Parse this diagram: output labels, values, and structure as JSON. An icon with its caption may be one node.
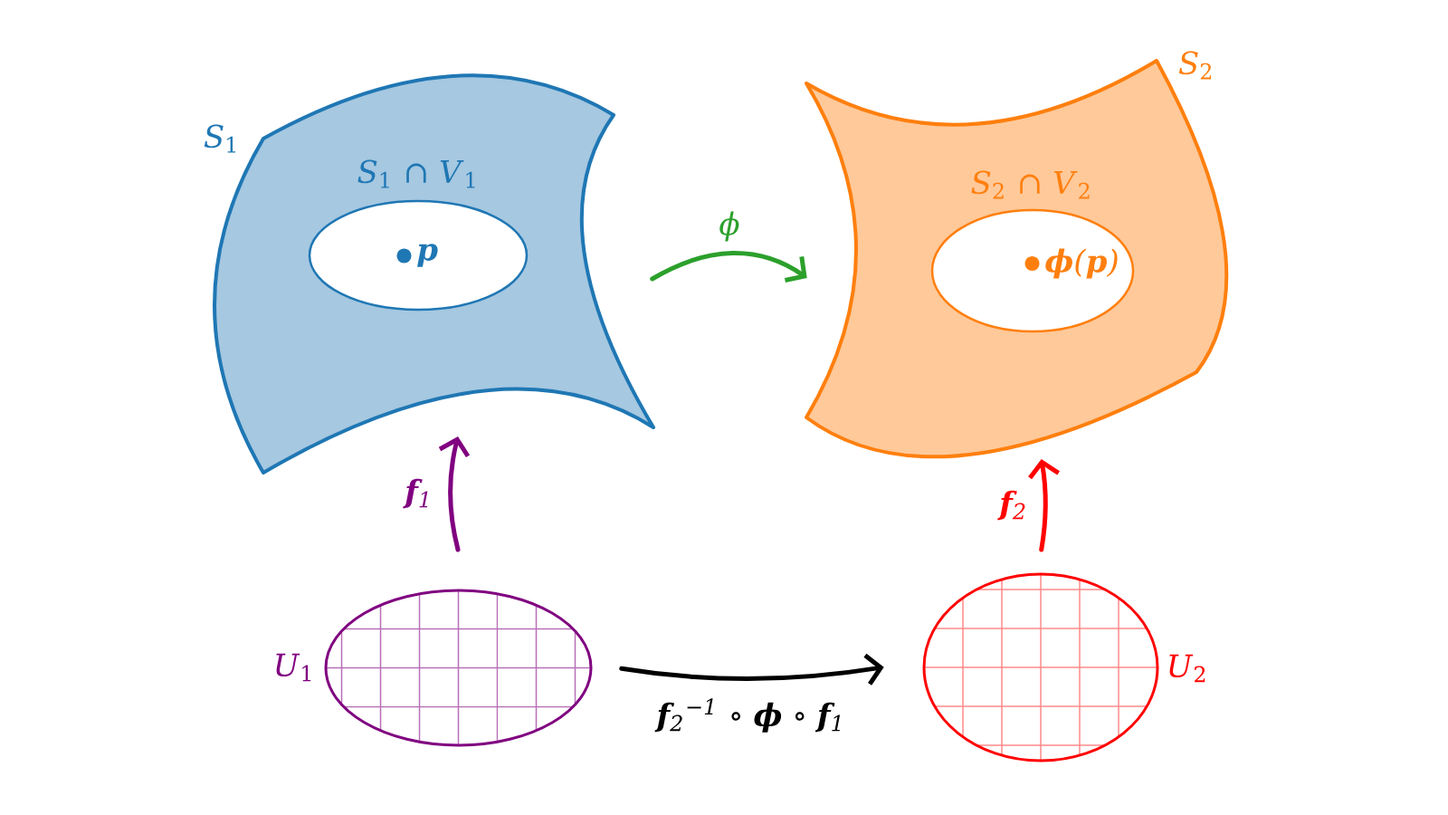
{
  "diagram": {
    "nodes": [
      {
        "text": [
          "*S*$_{1}$"
        ]
      },
      {
        "text": [
          "*S*$_{1}$ ∩ *V*$_{1}$"
        ],
        "in": 0
      },
      {
        "text": [
          "p"
        ],
        "in": 1
      },
      {
        "text": [
          "*S*$_{2}$"
        ]
      },
      {
        "text": [
          "*S*$_{2}$ ∩ *V*$_{2}$"
        ],
        "in": 3
      },
      {
        "text": [
          "**ϕ**(**p**)"
        ],
        "in": 4
      },
      {
        "text": [
          "*U*$_{1}$"
        ]
      },
      {
        "text": [
          "*U*$_{2}$"
        ]
      }
    ],
    "edges": [
      {
        "from": 0,
        "to": 3,
        "arrow": "to",
        "label": "ϕ",
        "color": "#2ca02c"
      },
      {
        "from": 6,
        "to": 7,
        "arrow": "to",
        "label": "**f**$_{2}$$^{−1}$ ∘ **ϕ** ∘ **f**$_{1}$",
        "color": "#000000"
      },
      {
        "from": 6,
        "to": 0,
        "arrow": "to",
        "label": "**f**$_{1}$",
        "color": "#800080"
      },
      {
        "from": 7,
        "to": 3,
        "arrow": "to",
        "label": "**f**$_{2}$",
        "color": "#ff0000"
      }
    ]
  }
}
